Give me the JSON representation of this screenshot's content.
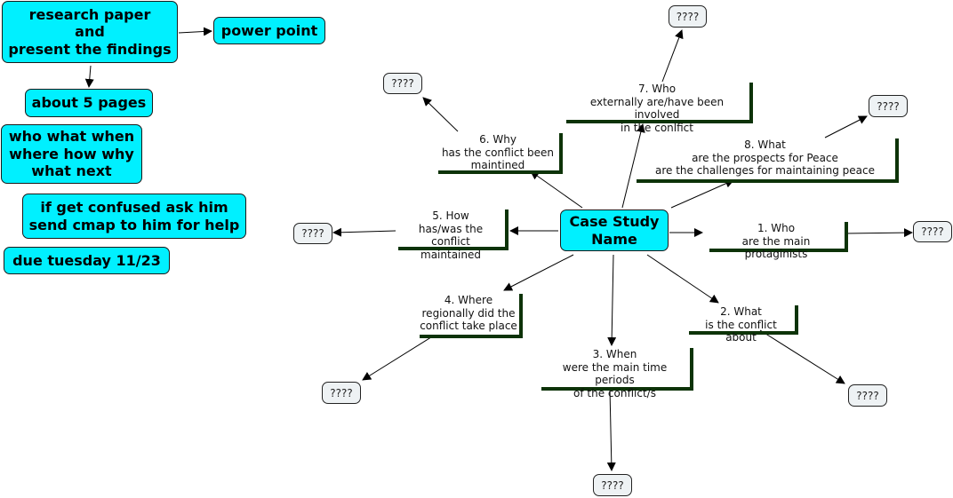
{
  "colors": {
    "node_fill": "#00f0ff",
    "placeholder_fill": "#eef2f4",
    "label_bar": "#0d3308"
  },
  "notes": {
    "research": "research paper\nand\npresent the findings",
    "power_point": "power point",
    "pages": "about 5 pages",
    "questions": "who what when\nwhere how why\nwhat next",
    "confused": "if get confused ask him\nsend cmap to him for help",
    "due": "due tuesday 11/23"
  },
  "center": "Case Study\nName",
  "labels": {
    "who": "1. Who\nare the main protaginists",
    "what": "2. What\nis the conflict about",
    "when": "3. When\nwere the main time periods\nof the conflict/s",
    "where": "4. Where\nregionally did the\nconflict take place",
    "how": "5. How\nhas/was the conflict\nmaintained",
    "why": "6. Why\nhas the conflict been\nmaintined",
    "who_external": "7. Who\nexternally are/have been involved\nin the conlfict",
    "what_peace": "8. What\nare the prospects for Peace\nare the challenges for maintaining peace"
  },
  "placeholder": "????"
}
